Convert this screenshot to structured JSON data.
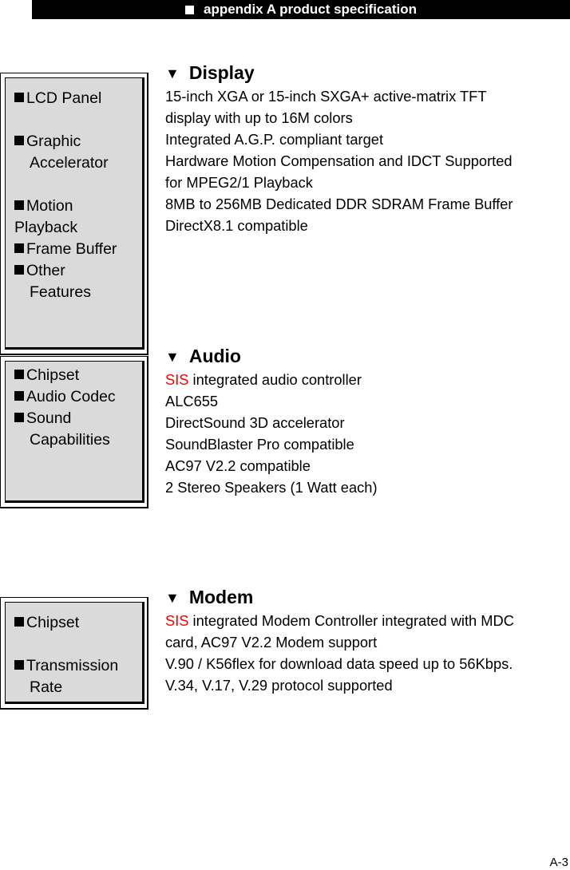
{
  "header": {
    "title": "appendix A product specification",
    "bullet_icon": "white-square-icon"
  },
  "display": {
    "heading": "Display",
    "heading_icon": "down-triangle-icon",
    "panel_items": [
      "LCD Panel",
      "Graphic",
      "Accelerator",
      "Motion",
      "Playback",
      "Frame Buffer",
      "Other",
      "Features"
    ],
    "lines": [
      "15-inch XGA or 15-inch SXGA+ active-matrix TFT",
      "display with up to 16M colors",
      "Integrated A.G.P. compliant target",
      "Hardware Motion Compensation and IDCT Supported",
      "for MPEG2/1 Playback",
      "8MB to 256MB Dedicated DDR SDRAM Frame Buffer",
      "DirectX8.1 compatible"
    ]
  },
  "audio": {
    "heading": "Audio",
    "heading_icon": "down-triangle-icon",
    "panel_items": [
      "Chipset",
      "Audio Codec",
      "Sound",
      "Capabilities"
    ],
    "lines": {
      "l0_red": "SIS",
      "l0_rest": " integrated audio controller",
      "l1": "ALC655",
      "l2": "DirectSound 3D accelerator",
      "l3": "SoundBlaster Pro compatible",
      "l4": "AC97 V2.2 compatible",
      "l5": "2 Stereo Speakers (1 Watt each)"
    },
    "highlight_color": "#ff0000"
  },
  "modem": {
    "heading": "Modem",
    "heading_icon": "down-triangle-icon",
    "panel_items": [
      "Chipset",
      "Transmission",
      "Rate"
    ],
    "lines": {
      "l0_red": "SIS",
      "l0_rest": " integrated Modem Controller integrated with MDC",
      "l1": "card, AC97 V2.2 Modem support",
      "l2": "V.90 / K56flex for download data speed up to 56Kbps.",
      "l3": "V.34, V.17, V.29 protocol supported"
    },
    "highlight_color": "#ff0000"
  },
  "footer": {
    "page_number": "A-3"
  }
}
